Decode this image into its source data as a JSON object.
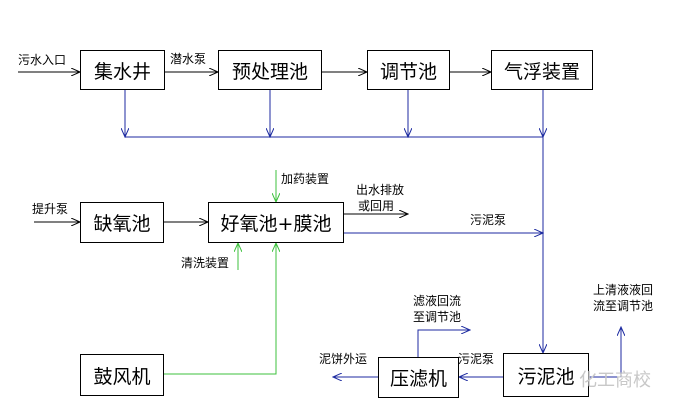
{
  "colors": {
    "sludge_line": "#1c2aa0",
    "reagent_line": "#3cc03c",
    "air_line": "#3cc03c",
    "process_line": "#000000"
  },
  "nodes": {
    "collection_well": "集水井",
    "pretreatment_tank": "预处理池",
    "regulating_tank": "调节池",
    "air_flotation": "气浮装置",
    "anoxic_tank": "缺氧池",
    "aerobic_mbr": "好氧池+膜池",
    "blower": "鼓风机",
    "filter_press": "压滤机",
    "sludge_tank": "污泥池"
  },
  "labels": {
    "sewage_inlet": "污水入口",
    "submersible_pump": "潜水泵",
    "lift_pump": "提升泵",
    "dosing_device": "加药装置",
    "cleaning_device": "清洗装置",
    "effluent_line1": "出水排放",
    "effluent_line2": "或回用",
    "sludge_pump_top": "污泥泵",
    "filtrate_line1": "滤液回流",
    "filtrate_line2": "至调节池",
    "supernatant_line1": "上清液液回",
    "supernatant_line2": "流至调节池",
    "cake_out": "泥饼外运",
    "sludge_pump_bottom": "污泥泵"
  },
  "watermark": "化工商校"
}
